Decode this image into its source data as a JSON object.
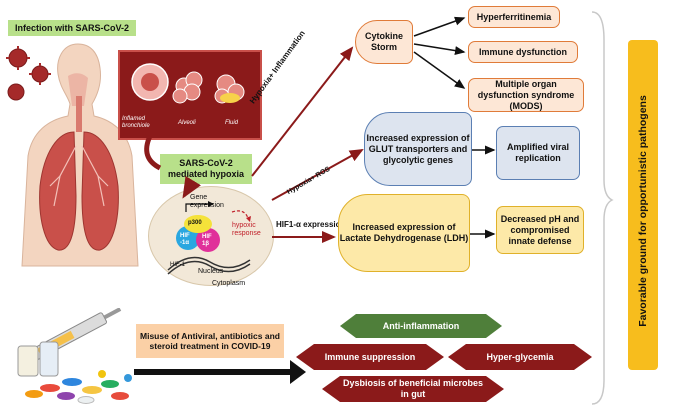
{
  "infection_label": "Infection with SARS-CoV-2",
  "lung_inset": {
    "inflamed_bronchiole": "Inflamed bronchiole",
    "alveoli": "Alveoli",
    "fluid": "Fluid"
  },
  "hypoxia_label": "SARS-CoV-2 mediated hypoxia",
  "nucleus_diagram": {
    "gene_expression": "Gene expression",
    "hypoxic_response": "hypoxic response",
    "p300": "p300",
    "hif_alpha": "HIF -1α",
    "hif_beta": "HIF 1β",
    "hif1": "HIF-1",
    "nucleus": "Nucleus",
    "cytoplasm": "Cytoplasm"
  },
  "arrow_labels": {
    "hypoxia_inflammation": "Hypoxia+ Inflammation",
    "hypoxia_ros": "Hypoxia+ ROS",
    "hif1_expression": "HIF1-α expression"
  },
  "cytokine_storm": "Cytokine Storm",
  "cytokine_outcomes": [
    "Hyperferritinemia",
    "Immune dysfunction",
    "Multiple organ dysfunction syndrome (MODS)"
  ],
  "glut_box": "Increased expression of GLUT transporters and glycolytic genes",
  "viral_replication": "Amplified viral replication",
  "ldh_box": "Increased expression of Lactate Dehydrogenase (LDH)",
  "ph_box": "Decreased pH and compromised innate defense",
  "misuse_box": "Misuse of Antiviral, antibiotics and steroid treatment in COVID-19",
  "effects": {
    "anti_inflammation": "Anti-inflammation",
    "immune_suppression": "Immune suppression",
    "hyper_glycemia": "Hyper-glycemia",
    "dysbiosis": "Dysbiosis of beneficial microbes in gut"
  },
  "side_label": "Favorable ground for opportunistic pathogens",
  "colors": {
    "dark_red": "#8b1a1a",
    "green": "#4f7f3a",
    "label_green": "#b8e08a",
    "side_yellow": "#f7bd1d"
  }
}
